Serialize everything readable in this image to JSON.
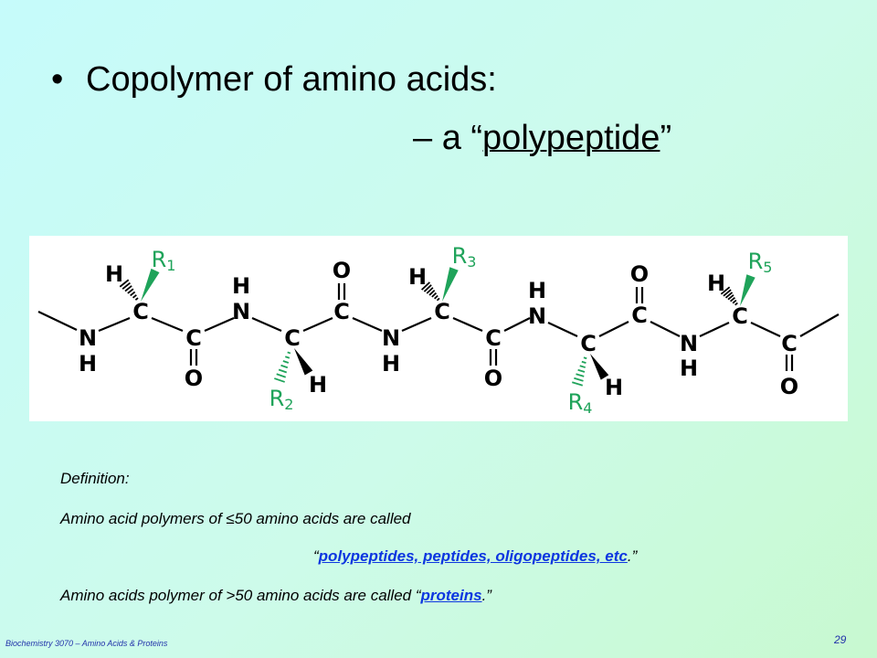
{
  "slide": {
    "bullet": "•",
    "title": "Copolymer of amino acids:",
    "sub_prefix": "– a “",
    "sub_term": "polypeptide",
    "sub_suffix": "”"
  },
  "structure": {
    "atoms": {
      "N": "N",
      "C": "C",
      "H": "H",
      "O": "O",
      "R": "R"
    },
    "r_groups": [
      "1",
      "2",
      "3",
      "4",
      "5"
    ],
    "colors": {
      "bond": "#000000",
      "r_group": "#1fa35a"
    }
  },
  "definition": {
    "heading": "Definition:",
    "line1": "Amino acid polymers of ≤50 amino acids are called",
    "line2_open": "“",
    "line2_link": "polypeptides, peptides, oligopeptides, etc",
    "line2_close": ".”",
    "line3_text": "Amino acids polymer of >50 amino acids are called “",
    "line3_link": "proteins",
    "line3_close": ".”"
  },
  "footer": {
    "course": "Biochemistry 3070 – Amino Acids & Proteins",
    "page": "29"
  }
}
